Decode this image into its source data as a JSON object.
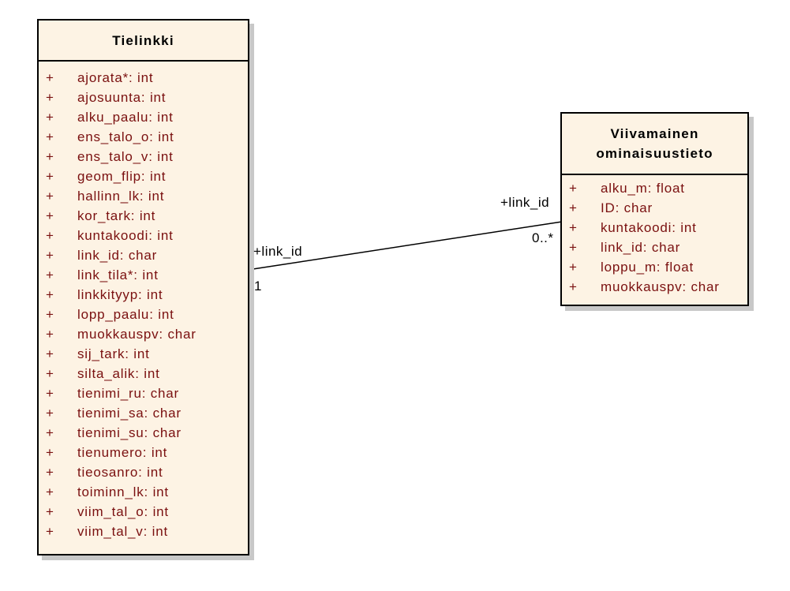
{
  "classes": {
    "tielinkki": {
      "name": "Tielinkki",
      "attributes": [
        {
          "vis": "+",
          "text": "ajorata*: int"
        },
        {
          "vis": "+",
          "text": "ajosuunta: int"
        },
        {
          "vis": "+",
          "text": "alku_paalu: int"
        },
        {
          "vis": "+",
          "text": "ens_talo_o: int"
        },
        {
          "vis": "+",
          "text": "ens_talo_v: int"
        },
        {
          "vis": "+",
          "text": "geom_flip: int"
        },
        {
          "vis": "+",
          "text": "hallinn_lk: int"
        },
        {
          "vis": "+",
          "text": "kor_tark: int"
        },
        {
          "vis": "+",
          "text": "kuntakoodi: int"
        },
        {
          "vis": "+",
          "text": "link_id: char"
        },
        {
          "vis": "+",
          "text": "link_tila*: int"
        },
        {
          "vis": "+",
          "text": "linkkityyp: int"
        },
        {
          "vis": "+",
          "text": "lopp_paalu: int"
        },
        {
          "vis": "+",
          "text": "muokkauspv: char"
        },
        {
          "vis": "+",
          "text": "sij_tark: int"
        },
        {
          "vis": "+",
          "text": "silta_alik: int"
        },
        {
          "vis": "+",
          "text": "tienimi_ru: char"
        },
        {
          "vis": "+",
          "text": "tienimi_sa: char"
        },
        {
          "vis": "+",
          "text": "tienimi_su: char"
        },
        {
          "vis": "+",
          "text": "tienumero: int"
        },
        {
          "vis": "+",
          "text": "tieosanro: int"
        },
        {
          "vis": "+",
          "text": "toiminn_lk: int"
        },
        {
          "vis": "+",
          "text": "viim_tal_o: int"
        },
        {
          "vis": "+",
          "text": "viim_tal_v: int"
        }
      ]
    },
    "viivamainen": {
      "name_lines": [
        "Viivamainen",
        "ominaisuustieto"
      ],
      "attributes": [
        {
          "vis": "+",
          "text": "alku_m: float"
        },
        {
          "vis": "+",
          "text": "ID: char"
        },
        {
          "vis": "+",
          "text": "kuntakoodi: int"
        },
        {
          "vis": "+",
          "text": "link_id: char"
        },
        {
          "vis": "+",
          "text": "loppu_m: float"
        },
        {
          "vis": "+",
          "text": "muokkauspv: char"
        }
      ]
    }
  },
  "association": {
    "left_role": "+link_id",
    "left_multiplicity": "1",
    "right_role": "+link_id",
    "right_multiplicity": "0..*"
  },
  "colors": {
    "box_fill": "#fdf3e4",
    "attribute_text": "#7a1010",
    "border": "#000000",
    "shadow": "#c8c8c8"
  }
}
